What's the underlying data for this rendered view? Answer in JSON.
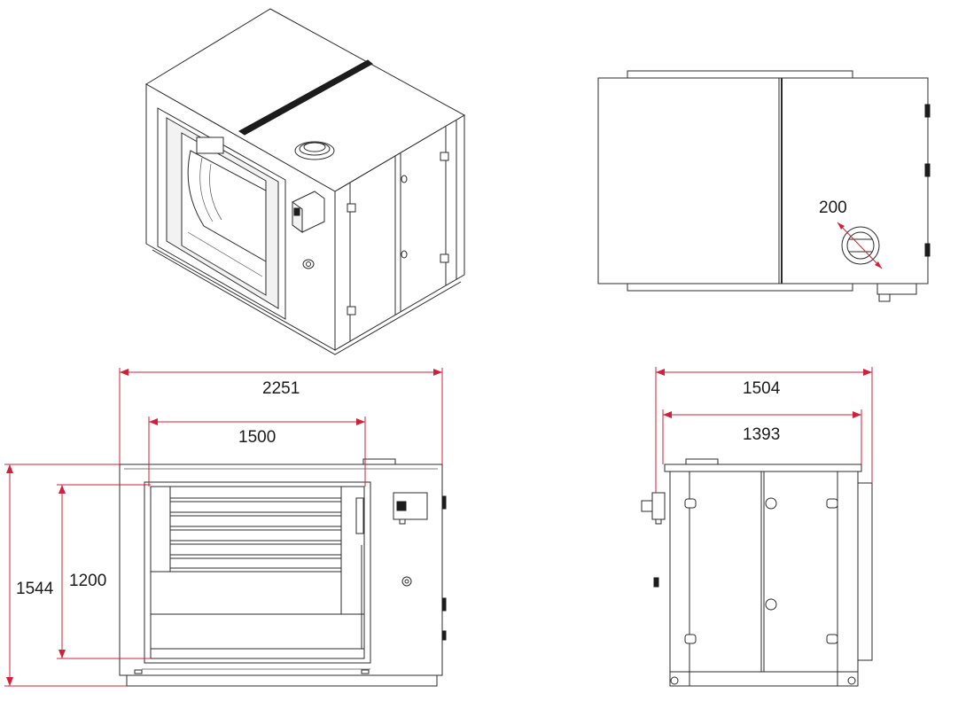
{
  "views": {
    "iso": {
      "label": ""
    },
    "top": {
      "duct_diameter": "200"
    },
    "front": {
      "overall_width": "2251",
      "opening_width": "1500",
      "overall_height": "1544",
      "opening_height": "1200"
    },
    "side": {
      "overall_depth": "1504",
      "body_depth": "1393"
    }
  },
  "colors": {
    "dimension_line": "#d0203a",
    "outline": "#2b2b2b"
  }
}
